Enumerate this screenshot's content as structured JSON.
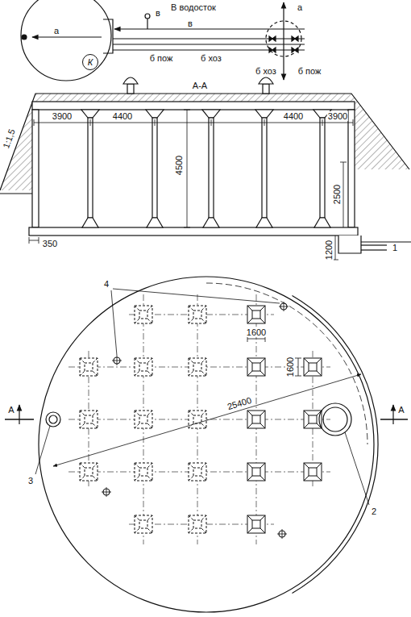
{
  "diagram": {
    "nodes": [
      {
        "text": [
          "К"
        ]
      }
    ],
    "labels": [
      "В водосток",
      "а",
      "в",
      "в",
      "а",
      "б пож",
      "б хоз",
      "б хоз",
      "б пож",
      "А-А",
      "1:1,5",
      "3900",
      "4400",
      "4500",
      "4400",
      "3900",
      "2500",
      "350",
      "1200",
      "1",
      "4",
      "1600",
      "1600",
      "25400",
      "А",
      "А",
      "3",
      "2"
    ]
  }
}
